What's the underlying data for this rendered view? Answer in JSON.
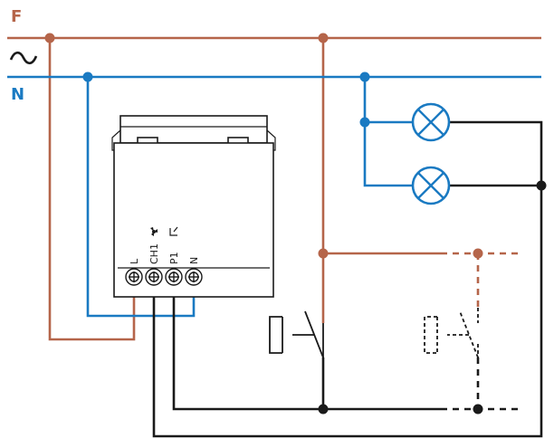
{
  "labels": {
    "phase": "F",
    "neutral": "N",
    "ac_symbol": "~"
  },
  "terminals": [
    {
      "label": "L",
      "icon": ""
    },
    {
      "label": "CH1",
      "icon": "fan-icon"
    },
    {
      "label": "P1",
      "icon": "pushbutton-icon"
    },
    {
      "label": "N",
      "icon": ""
    }
  ],
  "colors": {
    "phase": "#b5654a",
    "neutral": "#1a7ac2",
    "switched": "#1a1a1a"
  }
}
